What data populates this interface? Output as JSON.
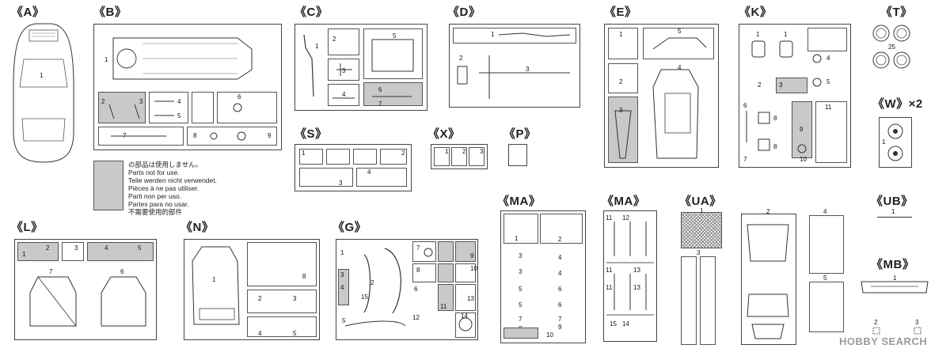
{
  "legend": {
    "lines": [
      "の部品は使用しません。",
      "Parts not for use.",
      "Teile werden nicht verwendet.",
      "Pièces à ne pas utiliser.",
      "Parti non per uso.",
      "Partes para no usar.",
      "不需要使用的部件"
    ],
    "gray_color": "#c9c9c9"
  },
  "watermark": {
    "text": "HOBBY SEARCH"
  },
  "sprues": {
    "A": {
      "label": "《A》",
      "parts": [
        "1"
      ]
    },
    "B": {
      "label": "《B》",
      "parts": [
        "1",
        "2",
        "3",
        "4",
        "5",
        "6",
        "7",
        "8",
        "9"
      ]
    },
    "C": {
      "label": "《C》",
      "parts": [
        "1",
        "2",
        "3",
        "4",
        "5",
        "6",
        "7"
      ]
    },
    "D": {
      "label": "《D》",
      "parts": [
        "1",
        "2",
        "3"
      ]
    },
    "E": {
      "label": "《E》",
      "parts": [
        "1",
        "2",
        "3",
        "4",
        "5"
      ]
    },
    "K": {
      "label": "《K》",
      "parts": [
        "1",
        "1",
        "2",
        "3",
        "4",
        "5",
        "6",
        "7",
        "8",
        "8",
        "9",
        "10",
        "11"
      ]
    },
    "T": {
      "label": "《T》",
      "parts": [
        "25"
      ]
    },
    "W": {
      "label": "《W》×2",
      "parts": [
        "1"
      ]
    },
    "S": {
      "label": "《S》",
      "parts": [
        "1",
        "2",
        "3",
        "4"
      ]
    },
    "X": {
      "label": "《X》",
      "parts": [
        "1",
        "2",
        "3"
      ]
    },
    "P": {
      "label": "《P》",
      "parts": []
    },
    "L": {
      "label": "《L》",
      "parts": [
        "1",
        "2",
        "3",
        "4",
        "5",
        "6",
        "7"
      ]
    },
    "N": {
      "label": "《N》",
      "parts": [
        "1",
        "2",
        "3",
        "4",
        "5",
        "8"
      ]
    },
    "G": {
      "label": "《G》",
      "parts": [
        "1",
        "2",
        "3",
        "4",
        "5",
        "6",
        "7",
        "8",
        "9",
        "10",
        "11",
        "12",
        "13",
        "14",
        "15"
      ]
    },
    "MA1": {
      "label": "《MA》",
      "parts": [
        "1",
        "2",
        "3",
        "3",
        "4",
        "4",
        "5",
        "5",
        "6",
        "6",
        "7",
        "7",
        "8",
        "9",
        "10"
      ]
    },
    "MA2": {
      "label": "《MA》",
      "parts": [
        "11",
        "12",
        "11",
        "13",
        "11",
        "13",
        "14",
        "15"
      ]
    },
    "UA": {
      "label": "《UA》",
      "parts": [
        "1",
        "2",
        "3",
        "4",
        "5"
      ]
    },
    "UB": {
      "label": "《UB》",
      "parts": [
        "1"
      ]
    },
    "MB": {
      "label": "《MB》",
      "parts": [
        "1",
        "2",
        "3"
      ]
    }
  }
}
